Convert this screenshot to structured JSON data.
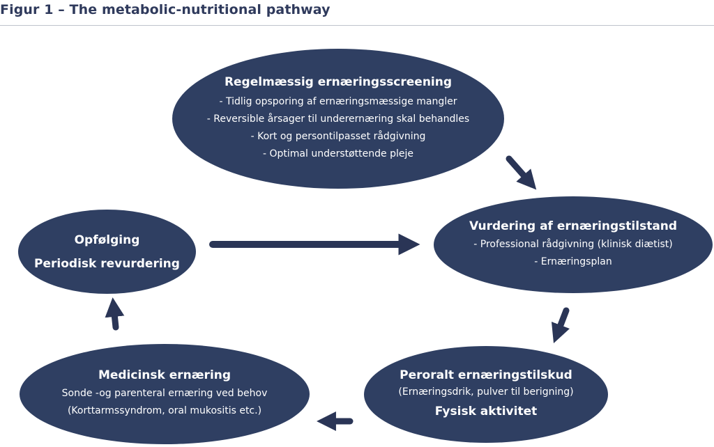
{
  "figure": {
    "title": "Figur 1 – The metabolic-nutritional pathway"
  },
  "nodes": {
    "screening": {
      "title": "Regelmæssig ernæringsscreening",
      "lines": [
        "- Tidlig opsporing af ernæringsmæssige mangler",
        "- Reversible årsager til underernæring skal behandles",
        "- Kort og persontilpasset rådgivning",
        "-  Optimal understøttende pleje"
      ]
    },
    "assessment": {
      "title": "Vurdering af ernæringstilstand",
      "lines": [
        "- Professional rådgivning (klinisk diætist)",
        "- Ernæringsplan"
      ]
    },
    "oral": {
      "title": "Peroralt ernæringstilskud",
      "line": "(Ernæringsdrik, pulver til berigning)",
      "title2": "Fysisk aktivitet"
    },
    "medical": {
      "title": "Medicinsk ernæring",
      "lines": [
        "Sonde -og parenteral ernæring ved behov",
        "(Korttarmssyndrom, oral mukositis etc.)"
      ]
    },
    "followup": {
      "title": "Opfølging",
      "title2": "Periodisk revurdering"
    }
  },
  "colors": {
    "node": "#2f3f62",
    "arrow": "#2a3556",
    "title": "#2f3a5c",
    "text": "#ffffff"
  }
}
